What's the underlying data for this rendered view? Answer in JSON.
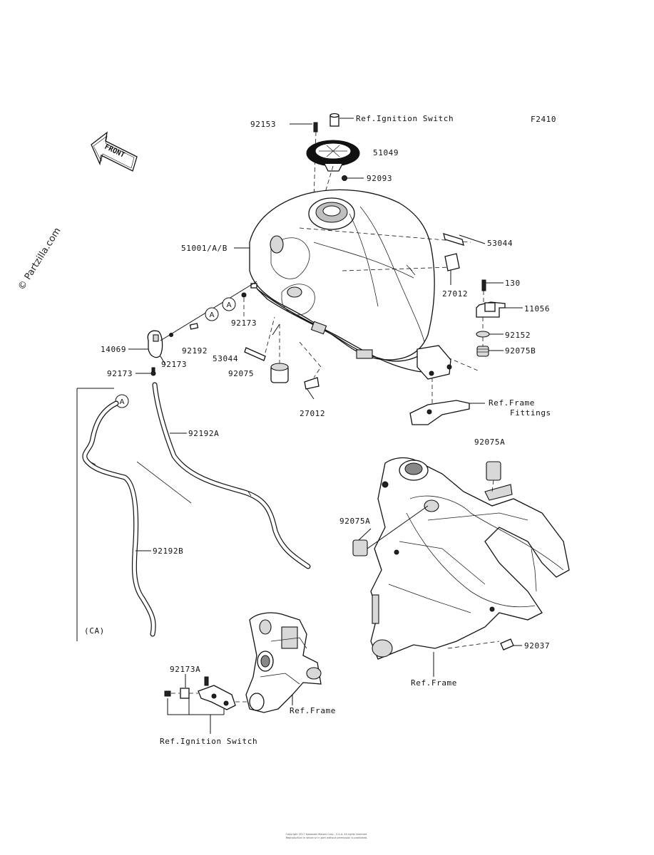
{
  "diagram": {
    "code": "F2410",
    "watermark": "© Partzilla.com",
    "front_arrow": "FRONT",
    "ref_labels": {
      "ignition_top": "Ref.Ignition Switch",
      "ignition_bottom": "Ref.Ignition Switch",
      "frame_fittings_1": "Ref.Frame",
      "frame_fittings_2": "Fittings",
      "frame_right": "Ref.Frame",
      "frame_bottom": "Ref.Frame"
    },
    "parts": {
      "p92153": "92153",
      "p51049": "51049",
      "p92093": "92093",
      "p53044_right": "53044",
      "p51001": "51001/A/B",
      "p27012_right": "27012",
      "p130": "130",
      "p11056": "11056",
      "p92173_mid": "92173",
      "p92192": "92192",
      "p14069": "14069",
      "p92173_left": "92173",
      "p92173_lower": "92173",
      "p53044_left": "53044",
      "p92075": "92075",
      "p92152": "92152",
      "p92075B": "92075B",
      "p27012_lower": "27012",
      "p92192A": "92192A",
      "p92075A_top": "92075A",
      "p92075A_left": "92075A",
      "p92192B": "92192B",
      "p92037": "92037",
      "p92173A": "92173A"
    },
    "callout_a": "A",
    "ca_label": "(CA)",
    "copyright_1": "Copyright 2017 Kawasaki Motors Corp., U.S.A. All rights reserved.",
    "copyright_2": "Reproduction in whole or in part without permission is prohibited."
  }
}
